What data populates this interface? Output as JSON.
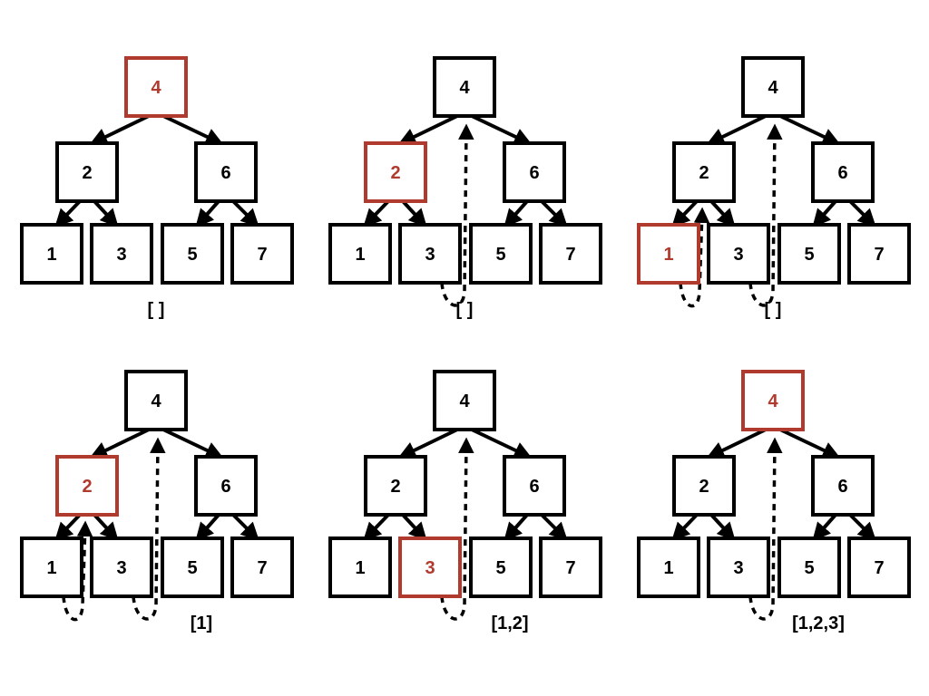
{
  "colors": {
    "stroke": "#000000",
    "highlight": "#b03a2e",
    "background": "#ffffff"
  },
  "trees": [
    {
      "nodes": {
        "root": "4",
        "left": "2",
        "right": "6",
        "ll": "1",
        "lr": "3",
        "rl": "5",
        "rr": "7"
      },
      "highlight": "root",
      "returns": [],
      "output": "[ ]"
    },
    {
      "nodes": {
        "root": "4",
        "left": "2",
        "right": "6",
        "ll": "1",
        "lr": "3",
        "rl": "5",
        "rr": "7"
      },
      "highlight": "left",
      "returns": [
        "lr_to_root"
      ],
      "output": "[ ]"
    },
    {
      "nodes": {
        "root": "4",
        "left": "2",
        "right": "6",
        "ll": "1",
        "lr": "3",
        "rl": "5",
        "rr": "7"
      },
      "highlight": "ll",
      "returns": [
        "ll_to_left",
        "lr_to_root"
      ],
      "output": "[ ]"
    },
    {
      "nodes": {
        "root": "4",
        "left": "2",
        "right": "6",
        "ll": "1",
        "lr": "3",
        "rl": "5",
        "rr": "7"
      },
      "highlight": "left",
      "returns": [
        "ll_to_left",
        "lr_to_root"
      ],
      "output": "[1]"
    },
    {
      "nodes": {
        "root": "4",
        "left": "2",
        "right": "6",
        "ll": "1",
        "lr": "3",
        "rl": "5",
        "rr": "7"
      },
      "highlight": "lr",
      "returns": [
        "lr_to_root"
      ],
      "output": "[1,2]"
    },
    {
      "nodes": {
        "root": "4",
        "left": "2",
        "right": "6",
        "ll": "1",
        "lr": "3",
        "rl": "5",
        "rr": "7"
      },
      "highlight": "root",
      "returns": [
        "lr_to_root"
      ],
      "output": "[1,2,3]"
    }
  ]
}
